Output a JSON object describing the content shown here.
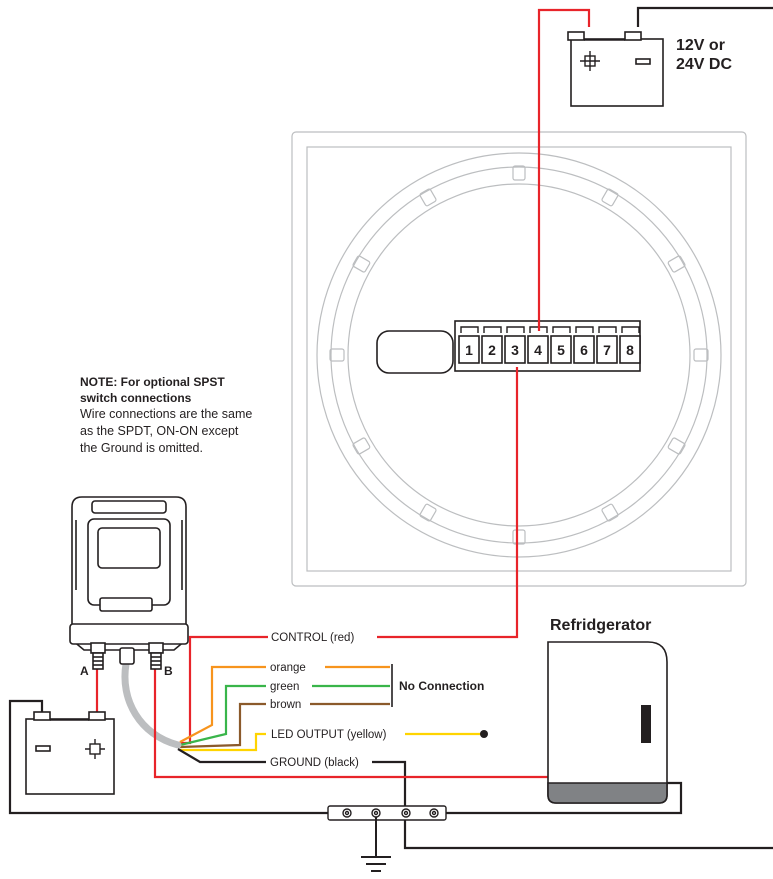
{
  "power": {
    "label_line1": "12V or",
    "label_line2": "24V DC"
  },
  "note": {
    "title_line1": "NOTE: For optional SPST",
    "title_line2": "switch connections",
    "body_line1": "Wire connections are the same",
    "body_line2": "as the SPDT, ON-ON  except",
    "body_line3": "the Ground is omitted."
  },
  "terminal_pins": [
    "1",
    "2",
    "3",
    "4",
    "5",
    "6",
    "7",
    "8"
  ],
  "relay": {
    "terminal_a": "A",
    "terminal_b": "B"
  },
  "wires": {
    "control": "CONTROL (red)",
    "orange": "orange",
    "green": "green",
    "brown": "brown",
    "no_connection": "No Connection",
    "led_output": "LED OUTPUT (yellow)",
    "ground": "GROUND (black)"
  },
  "load": {
    "label": "Refridgerator"
  },
  "colors": {
    "red": "#e8242a",
    "orange": "#f7941d",
    "green": "#39b54a",
    "brown": "#8b5a2b",
    "yellow": "#ffd400",
    "black": "#231f20",
    "gray_cable": "#bcbec0",
    "panel_outline": "#bcbec0"
  }
}
